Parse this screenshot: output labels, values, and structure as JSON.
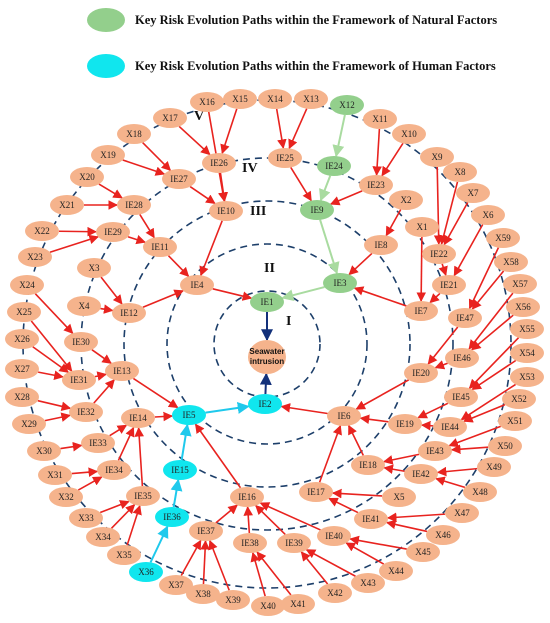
{
  "legend": [
    {
      "label": "Key Risk Evolution Paths within the Framework of Natural Factors",
      "color": "#93cf8c"
    },
    {
      "label": "Key Risk Evolution Paths within the Framework of Human Factors",
      "color": "#10e6ee"
    }
  ],
  "colors": {
    "default_node": "#f5b38c",
    "natural": "#93cf8c",
    "human": "#10e6ee",
    "red_edge": "#e8231f",
    "green_edge": "#a9dba0",
    "cyan_edge": "#1fc9ec",
    "navy_edge": "#12307a",
    "ring": "#1d3f6a"
  },
  "center": {
    "line1": "Seawater",
    "line2": "intrusion"
  },
  "ring_labels": [
    "I",
    "II",
    "III",
    "IV",
    "V"
  ],
  "nodes": {
    "IE1": "natural",
    "IE2": "human",
    "IE3": "natural",
    "IE9": "natural",
    "IE24": "natural",
    "X12": "natural",
    "IE5": "human",
    "IE15": "human",
    "IE36": "human",
    "X36": "human"
  },
  "node_labels": [
    "X1",
    "X2",
    "X3",
    "X4",
    "X5",
    "X6",
    "X7",
    "X8",
    "X9",
    "X10",
    "X11",
    "X12",
    "X13",
    "X14",
    "X15",
    "X16",
    "X17",
    "X18",
    "X19",
    "X20",
    "X21",
    "X22",
    "X23",
    "X24",
    "X25",
    "X26",
    "X27",
    "X28",
    "X29",
    "X30",
    "X31",
    "X32",
    "X33",
    "X34",
    "X35",
    "X36",
    "X37",
    "X38",
    "X39",
    "X40",
    "X41",
    "X42",
    "X43",
    "X44",
    "X45",
    "X46",
    "X47",
    "X48",
    "X49",
    "X50",
    "X51",
    "X52",
    "X53",
    "X54",
    "X55",
    "X56",
    "X57",
    "X58",
    "X59",
    "IE1",
    "IE2",
    "IE3",
    "IE4",
    "IE5",
    "IE6",
    "IE7",
    "IE8",
    "IE9",
    "IE10",
    "IE11",
    "IE12",
    "IE13",
    "IE14",
    "IE15",
    "IE16",
    "IE17",
    "IE18",
    "IE19",
    "IE20",
    "IE21",
    "IE22",
    "IE23",
    "IE24",
    "IE25",
    "IE26",
    "IE27",
    "IE28",
    "IE29",
    "IE30",
    "IE31",
    "IE32",
    "IE33",
    "IE34",
    "IE35",
    "IE36",
    "IE37",
    "IE38",
    "IE39",
    "IE40",
    "IE41",
    "IE42",
    "IE43",
    "IE44",
    "IE45",
    "IE46",
    "IE47"
  ],
  "edges": [
    [
      "IE1",
      "center",
      "navy"
    ],
    [
      "IE2",
      "center",
      "navy"
    ],
    [
      "IE3",
      "IE1",
      "green"
    ],
    [
      "IE9",
      "IE3",
      "green"
    ],
    [
      "IE24",
      "IE9",
      "green"
    ],
    [
      "X12",
      "IE24",
      "green"
    ],
    [
      "IE5",
      "IE2",
      "cyan"
    ],
    [
      "IE15",
      "IE5",
      "cyan"
    ],
    [
      "IE36",
      "IE15",
      "cyan"
    ],
    [
      "X36",
      "IE36",
      "cyan"
    ],
    [
      "IE4",
      "IE1",
      "red"
    ],
    [
      "IE6",
      "IE2",
      "red"
    ],
    [
      "IE13",
      "IE5",
      "red"
    ],
    [
      "IE14",
      "IE5",
      "red"
    ],
    [
      "IE16",
      "IE5",
      "red"
    ],
    [
      "IE7",
      "IE3",
      "red"
    ],
    [
      "IE8",
      "IE3",
      "red"
    ],
    [
      "IE10",
      "IE4",
      "red"
    ],
    [
      "IE11",
      "IE4",
      "red"
    ],
    [
      "IE12",
      "IE4",
      "red"
    ],
    [
      "X1",
      "IE7",
      "red"
    ],
    [
      "X2",
      "IE8",
      "red"
    ],
    [
      "X3",
      "IE12",
      "red"
    ],
    [
      "X4",
      "IE12",
      "red"
    ],
    [
      "X5",
      "IE17",
      "red"
    ],
    [
      "X6",
      "IE21",
      "red"
    ],
    [
      "X7",
      "IE22",
      "red"
    ],
    [
      "X8",
      "IE22",
      "red"
    ],
    [
      "X9",
      "IE22",
      "red"
    ],
    [
      "X10",
      "IE23",
      "red"
    ],
    [
      "X11",
      "IE23",
      "red"
    ],
    [
      "X13",
      "IE25",
      "red"
    ],
    [
      "X14",
      "IE25",
      "red"
    ],
    [
      "X15",
      "IE26",
      "red"
    ],
    [
      "X16",
      "IE10",
      "red"
    ],
    [
      "X17",
      "IE26",
      "red"
    ],
    [
      "X18",
      "IE27",
      "red"
    ],
    [
      "X19",
      "IE27",
      "red"
    ],
    [
      "X20",
      "IE28",
      "red"
    ],
    [
      "X21",
      "IE28",
      "red"
    ],
    [
      "X22",
      "IE29",
      "red"
    ],
    [
      "X23",
      "IE29",
      "red"
    ],
    [
      "X24",
      "IE30",
      "red"
    ],
    [
      "X25",
      "IE31",
      "red"
    ],
    [
      "X26",
      "IE31",
      "red"
    ],
    [
      "X27",
      "IE31",
      "red"
    ],
    [
      "X28",
      "IE32",
      "red"
    ],
    [
      "X29",
      "IE32",
      "red"
    ],
    [
      "X30",
      "IE33",
      "red"
    ],
    [
      "X31",
      "IE34",
      "red"
    ],
    [
      "X32",
      "IE34",
      "red"
    ],
    [
      "X33",
      "IE35",
      "red"
    ],
    [
      "X34",
      "IE35",
      "red"
    ],
    [
      "X35",
      "IE35",
      "red"
    ],
    [
      "X37",
      "IE37",
      "red"
    ],
    [
      "X38",
      "IE37",
      "red"
    ],
    [
      "X39",
      "IE37",
      "red"
    ],
    [
      "X40",
      "IE38",
      "red"
    ],
    [
      "X41",
      "IE38",
      "red"
    ],
    [
      "X42",
      "IE39",
      "red"
    ],
    [
      "X43",
      "IE39",
      "red"
    ],
    [
      "X44",
      "IE40",
      "red"
    ],
    [
      "X45",
      "IE40",
      "red"
    ],
    [
      "X46",
      "IE41",
      "red"
    ],
    [
      "X47",
      "IE41",
      "red"
    ],
    [
      "X48",
      "IE42",
      "red"
    ],
    [
      "X49",
      "IE42",
      "red"
    ],
    [
      "X50",
      "IE43",
      "red"
    ],
    [
      "X51",
      "IE43",
      "red"
    ],
    [
      "X52",
      "IE44",
      "red"
    ],
    [
      "X53",
      "IE44",
      "red"
    ],
    [
      "X54",
      "IE45",
      "red"
    ],
    [
      "X55",
      "IE45",
      "red"
    ],
    [
      "X56",
      "IE46",
      "red"
    ],
    [
      "X57",
      "IE46",
      "red"
    ],
    [
      "X58",
      "IE47",
      "red"
    ],
    [
      "X59",
      "IE47",
      "red"
    ],
    [
      "IE20",
      "IE6",
      "red"
    ],
    [
      "IE19",
      "IE6",
      "red"
    ],
    [
      "IE18",
      "IE6",
      "red"
    ],
    [
      "IE17",
      "IE6",
      "red"
    ],
    [
      "IE21",
      "IE7",
      "red"
    ],
    [
      "IE22",
      "IE21",
      "red"
    ],
    [
      "IE23",
      "IE9",
      "red"
    ],
    [
      "IE25",
      "IE9",
      "red"
    ],
    [
      "IE26",
      "IE10",
      "red"
    ],
    [
      "IE27",
      "IE10",
      "red"
    ],
    [
      "IE28",
      "IE11",
      "red"
    ],
    [
      "IE29",
      "IE11",
      "red"
    ],
    [
      "IE30",
      "IE13",
      "red"
    ],
    [
      "IE31",
      "IE13",
      "red"
    ],
    [
      "IE32",
      "IE13",
      "red"
    ],
    [
      "IE33",
      "IE14",
      "red"
    ],
    [
      "IE34",
      "IE14",
      "red"
    ],
    [
      "IE35",
      "IE14",
      "red"
    ],
    [
      "IE37",
      "IE16",
      "red"
    ],
    [
      "IE38",
      "IE16",
      "red"
    ],
    [
      "IE39",
      "IE16",
      "red"
    ],
    [
      "IE40",
      "IE16",
      "red"
    ],
    [
      "IE41",
      "IE17",
      "red"
    ],
    [
      "IE42",
      "IE18",
      "red"
    ],
    [
      "IE43",
      "IE18",
      "red"
    ],
    [
      "IE44",
      "IE19",
      "red"
    ],
    [
      "IE45",
      "IE19",
      "red"
    ],
    [
      "IE46",
      "IE20",
      "red"
    ],
    [
      "IE47",
      "IE20",
      "red"
    ]
  ]
}
